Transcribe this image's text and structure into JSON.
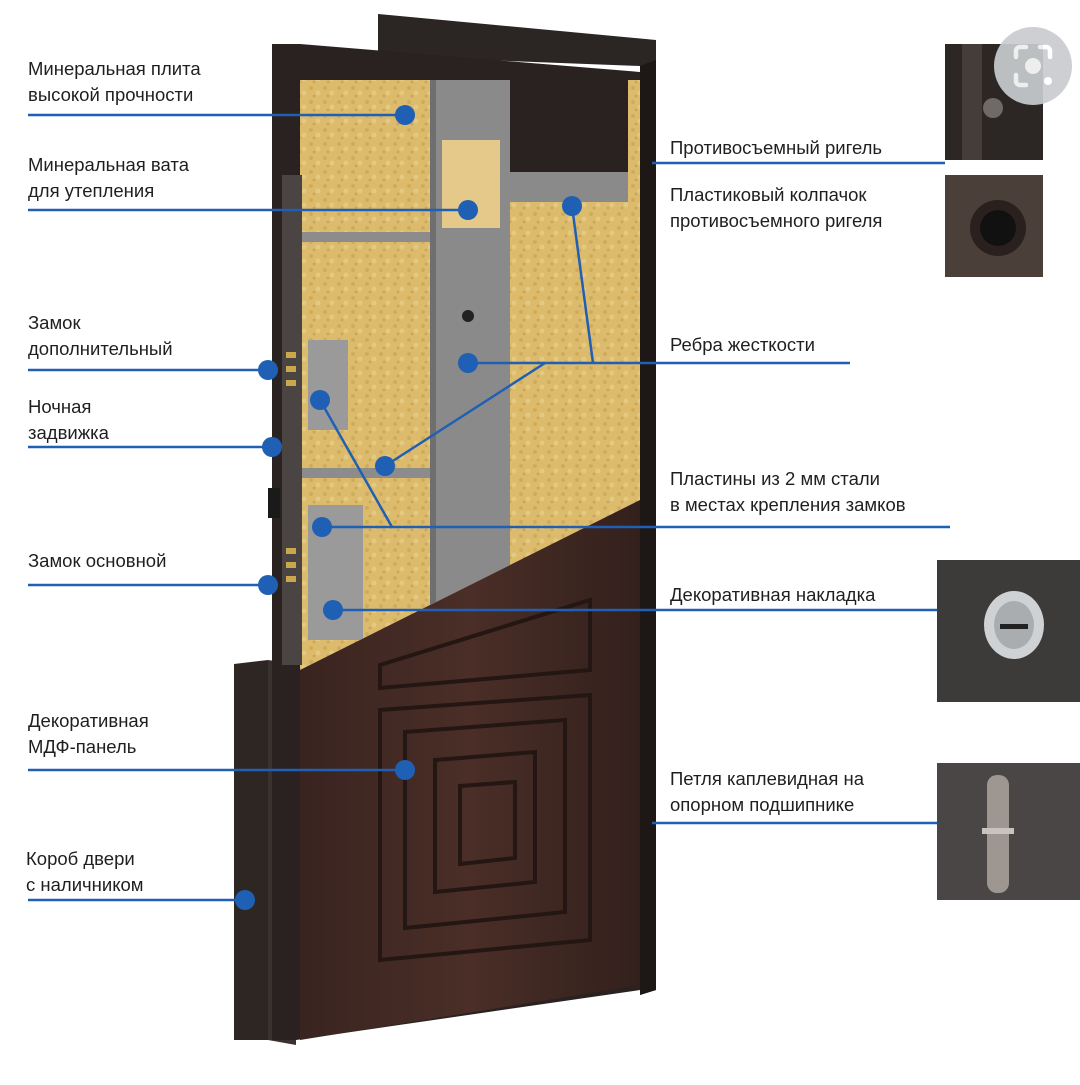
{
  "labels": {
    "mineral_plate": "Минеральная плита\nвысокой прочности",
    "mineral_wool": "Минеральная вата\nдля утепления",
    "extra_lock": "Замок\nдополнительный",
    "night_latch": "Ночная\nзадвижка",
    "main_lock": "Замок основной",
    "mdf_panel": "Декоративная\nМДФ-панель",
    "door_frame": "Короб двери\nс наличником",
    "anti_removal_bolt": "Противосъемный ригель",
    "plastic_cap": "Пластиковый колпачок\nпротивосъемного ригеля",
    "stiffening_ribs": "Ребра жесткости",
    "steel_plates": "Пластины из 2 мм стали\nв местах крепления замков",
    "decor_overlay": "Декоративная накладка",
    "hinge": "Петля каплевидная на\nопорном подшипнике"
  },
  "icons": {
    "lens": "lens-search-icon"
  },
  "colors": {
    "leader": "#1f5fb4",
    "dot": "#1f5fb4",
    "door_dark": "#3b2420",
    "insulation": "#d9b96b",
    "steel": "#7c7c7c",
    "text": "#1f1f1f"
  }
}
